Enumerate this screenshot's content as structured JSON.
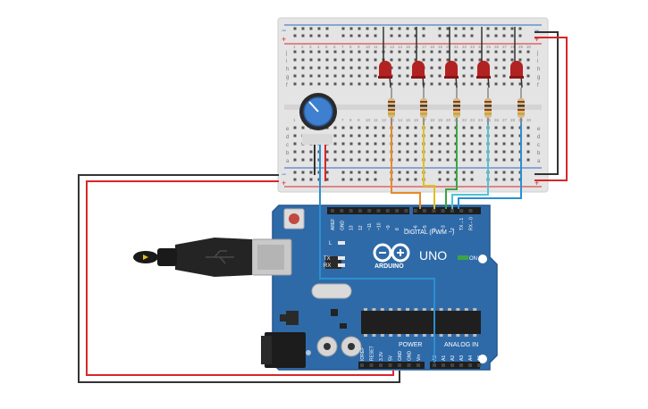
{
  "colors": {
    "breadboard": "#e4e4e4",
    "breadboard_rail_red": "#d9262b",
    "breadboard_rail_blue": "#2d67c0",
    "arduino_board": "#2f6aa8",
    "arduino_text": "#ffffff",
    "led": "#b22222",
    "wire_black": "#333333",
    "wire_red": "#d9262b",
    "wire_orange": "#e8892a",
    "wire_yellow": "#e2c01c",
    "wire_green": "#3aa642",
    "wire_cyan": "#4fc2d6",
    "wire_blue": "#2b8fd0",
    "potentiometer": "#3f7fd0"
  },
  "breadboard": {
    "rail_plus": "+",
    "rail_minus": "−",
    "row_letters_top": [
      "j",
      "i",
      "h",
      "g",
      "f"
    ],
    "row_letters_bottom": [
      "e",
      "d",
      "c",
      "b",
      "a"
    ],
    "column_numbers": [
      "1",
      "2",
      "3",
      "4",
      "5",
      "6",
      "7",
      "8",
      "9",
      "10",
      "11",
      "12",
      "13",
      "14",
      "15",
      "16",
      "17",
      "18",
      "19",
      "20",
      "21",
      "22",
      "23",
      "24",
      "25",
      "26",
      "27",
      "28",
      "29",
      "30"
    ]
  },
  "components": {
    "leds": [
      {
        "name": "led-1"
      },
      {
        "name": "led-2"
      },
      {
        "name": "led-3"
      },
      {
        "name": "led-4"
      },
      {
        "name": "led-5"
      }
    ],
    "resistors": [
      {
        "name": "resistor-1"
      },
      {
        "name": "resistor-2"
      },
      {
        "name": "resistor-3"
      },
      {
        "name": "resistor-4"
      },
      {
        "name": "resistor-5"
      }
    ],
    "potentiometer": {
      "name": "potentiometer"
    }
  },
  "arduino": {
    "brand_logo_text": "ARDUINO",
    "model": "UNO",
    "digital_header_label": "DIGITAL (PWM ~)",
    "digital_pins": [
      "AREF",
      "GND",
      "13",
      "12",
      "~11",
      "~10",
      "~9",
      "8",
      "7",
      "~6",
      "~5",
      "4",
      "~3",
      "2",
      "TX→1",
      "RX←0"
    ],
    "power_header_label": "POWER",
    "power_pins": [
      "IOREF",
      "RESET",
      "3.3V",
      "5V",
      "GND",
      "GND",
      "Vin"
    ],
    "analog_header_label": "ANALOG IN",
    "analog_pins": [
      "A0",
      "A1",
      "A2",
      "A3",
      "A4",
      "A5"
    ],
    "led_labels": [
      "L",
      "TX",
      "RX"
    ],
    "on_label": "ON"
  }
}
